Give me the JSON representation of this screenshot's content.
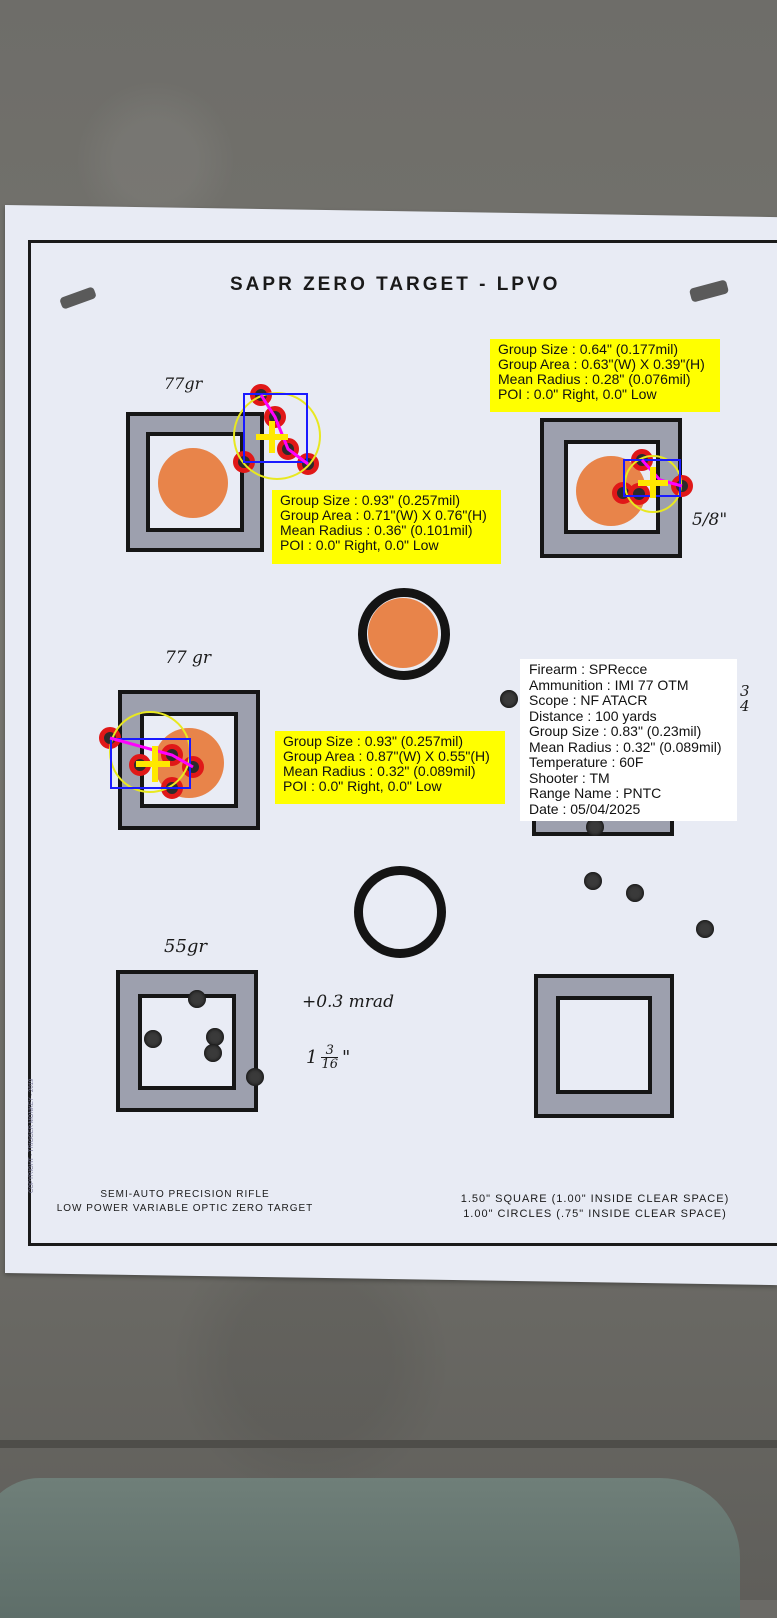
{
  "target": {
    "title": "SAPR ZERO TARGET - LPVO",
    "footer_left": [
      "SEMI-AUTO PRECISION RIFLE",
      "LOW POWER VARIABLE OPTIC ZERO TARGET"
    ],
    "footer_right": [
      "1.50\" SQUARE (1.00\" INSIDE CLEAR SPACE)",
      "1.00\" CIRCLES (.75\" INSIDE CLEAR SPACE)"
    ],
    "copyright": "COPYRIGHT - TRIGGER MONKEY - 2019"
  },
  "handwritten": {
    "top_left": "77gr",
    "top_right": "5/8\"",
    "mid_left": "77 gr",
    "mid_right_num": "3",
    "mid_right_den": "4",
    "bottom_left": "55gr",
    "adjust": "+0.3 mrad",
    "offset_whole": "1",
    "offset_num": "3",
    "offset_den": "16",
    "offset_unit": "\""
  },
  "groups": [
    {
      "group_size": "Group Size : 0.64\" (0.177mil)",
      "group_area": "Group Area : 0.63\"(W) X 0.39\"(H)",
      "mean_radius": "Mean Radius : 0.28\" (0.076mil)",
      "poi": "POI : 0.0\" Right,  0.0\" Low"
    },
    {
      "group_size": "Group Size : 0.93\" (0.257mil)",
      "group_area": "Group Area : 0.71\"(W) X 0.76\"(H)",
      "mean_radius": "Mean Radius : 0.36\" (0.101mil)",
      "poi": "POI : 0.0\" Right,  0.0\" Low"
    },
    {
      "group_size": "Group Size : 0.93\" (0.257mil)",
      "group_area": "Group Area : 0.87\"(W) X 0.55\"(H)",
      "mean_radius": "Mean Radius : 0.32\" (0.089mil)",
      "poi": "POI : 0.0\" Right,  0.0\" Low"
    }
  ],
  "session": {
    "firearm": "Firearm : SPRecce",
    "ammunition": "Ammunition : IMI 77 OTM",
    "scope": "Scope : NF ATACR",
    "distance": "Distance : 100 yards",
    "group_size": "Group Size : 0.83\" (0.23mil)",
    "mean_radius": "Mean Radius : 0.32\" (0.089mil)",
    "temperature": "Temperature : 60F",
    "shooter": "Shooter : TM",
    "range_name": "Range Name : PNTC",
    "date": "Date : 05/04/2025"
  },
  "colors": {
    "highlight": "#ffff00",
    "shot_marker": "#e01818",
    "bounding_box": "#1a1aff",
    "connector": "#ff00ff",
    "orange_dot": "#e8844a"
  }
}
